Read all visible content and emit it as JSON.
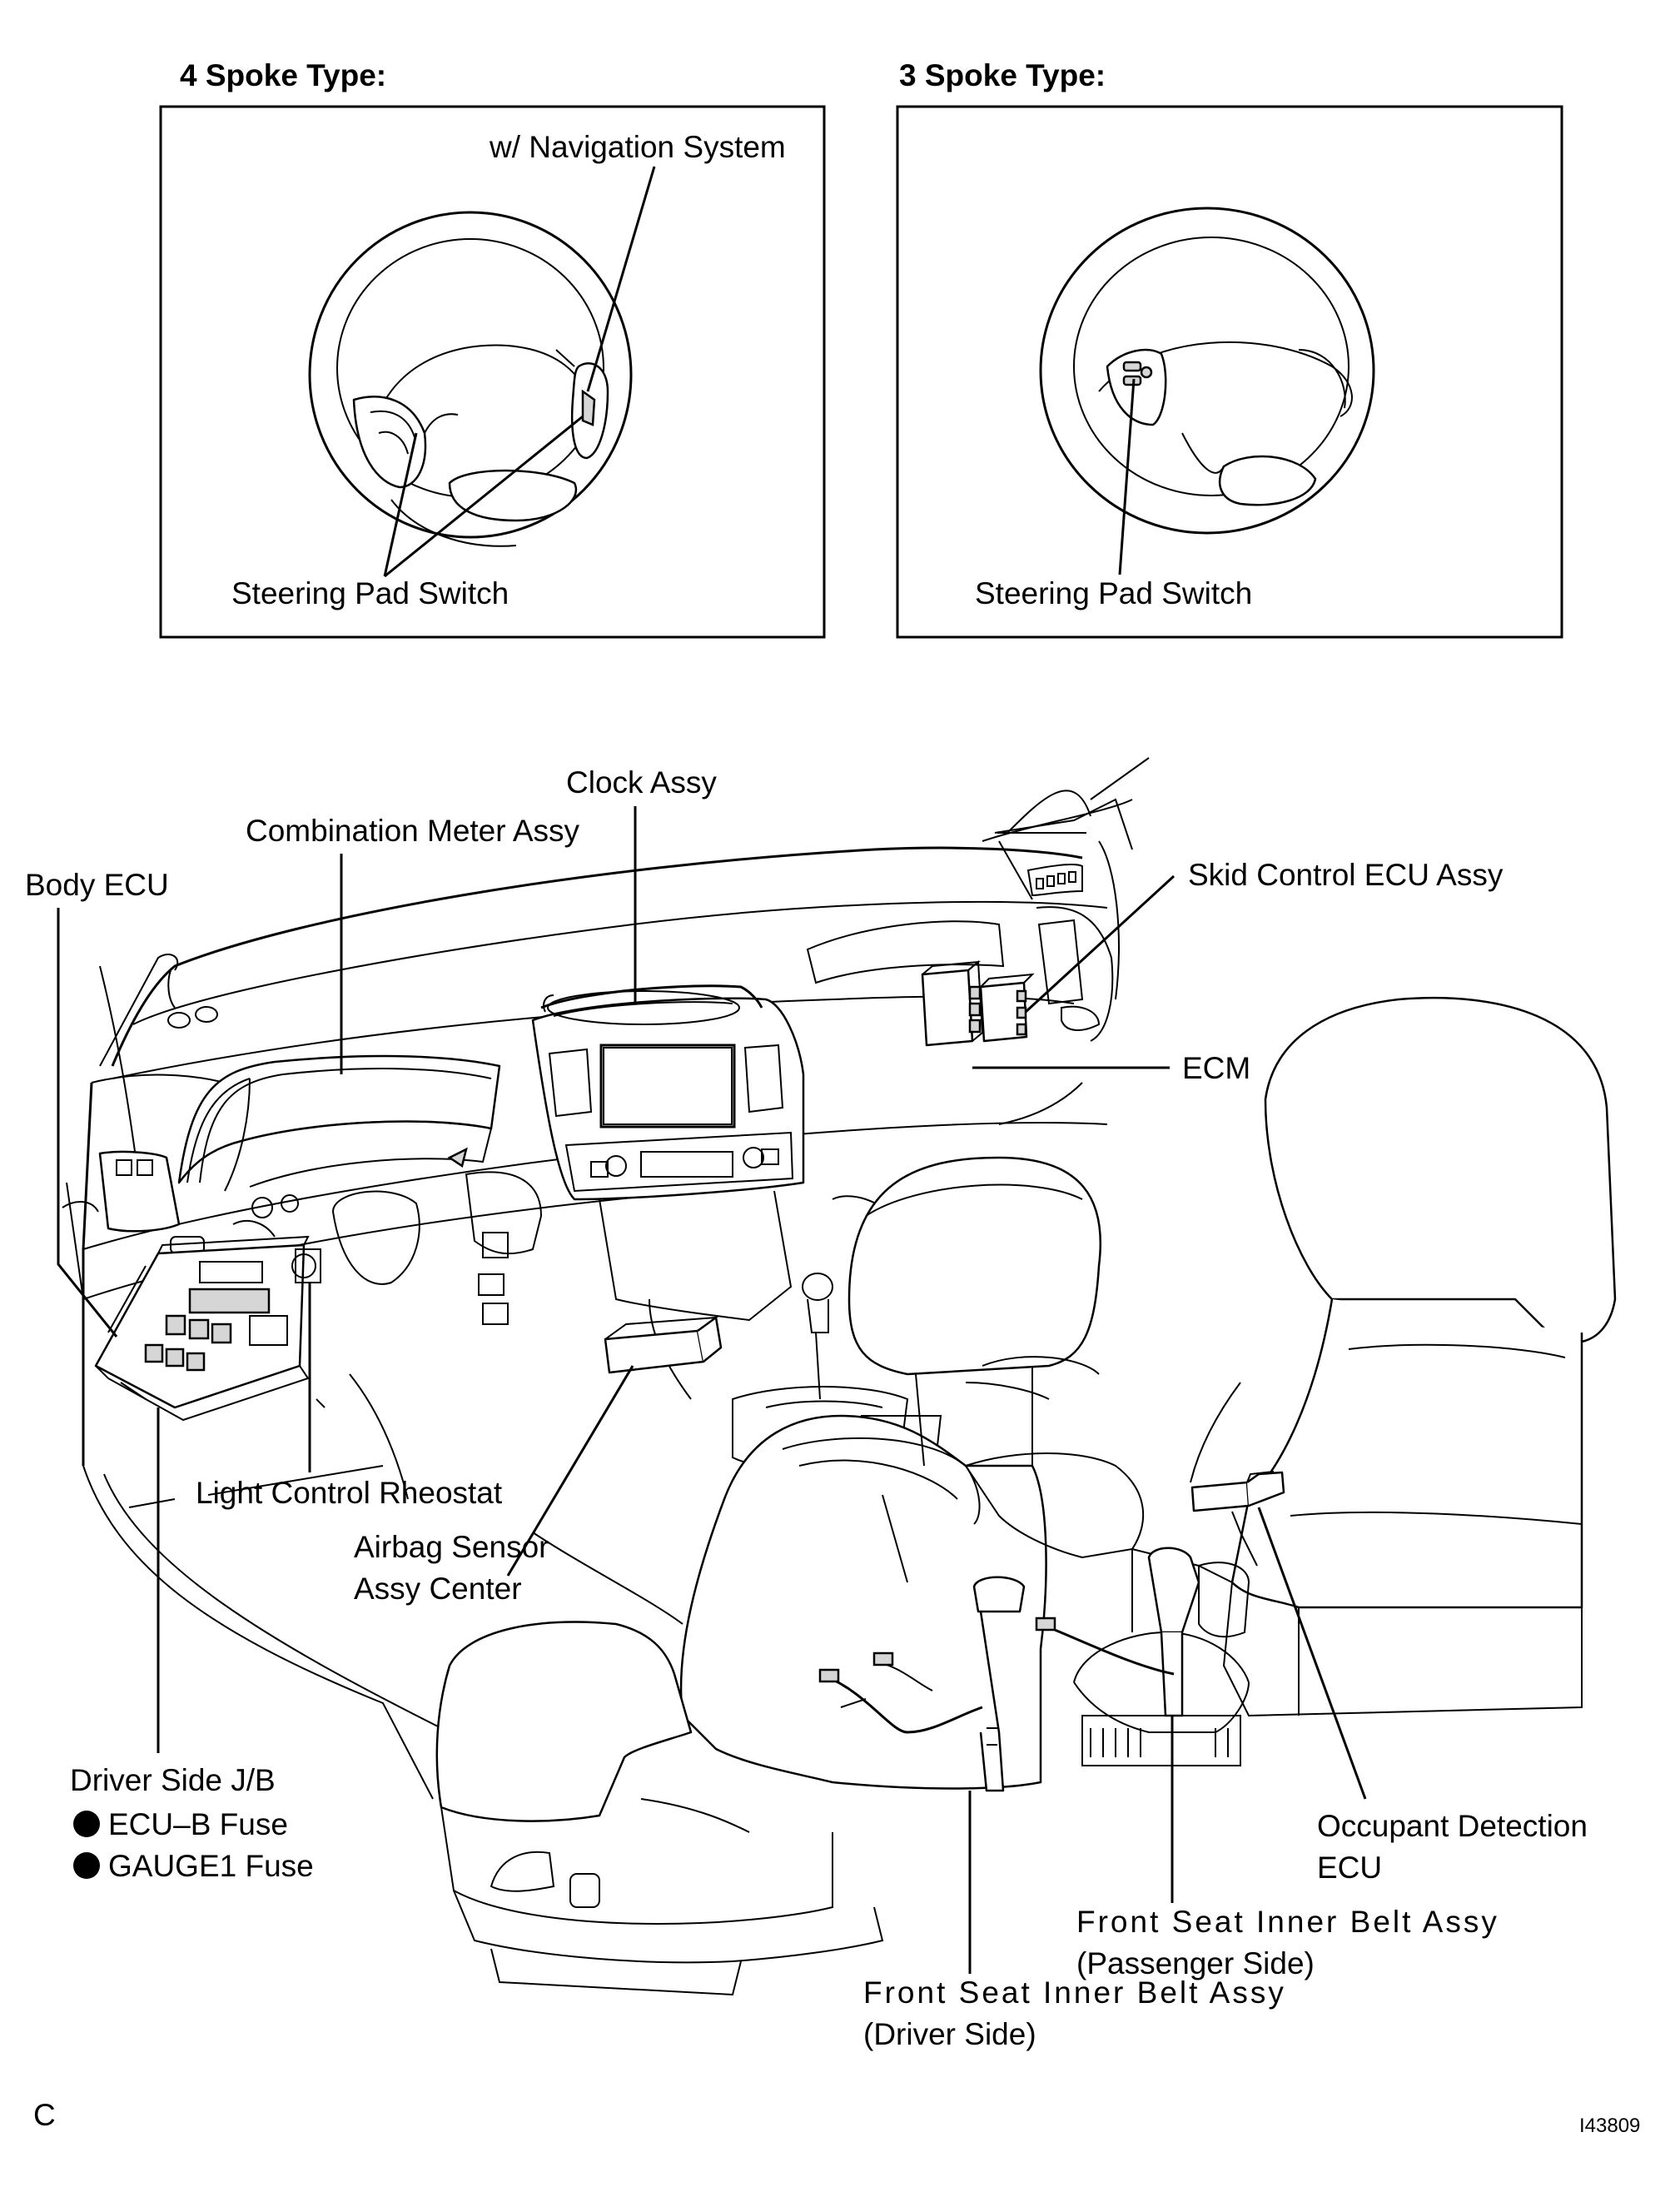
{
  "top_panels": [
    {
      "title": "4 Spoke Type:",
      "labels": {
        "navigation": "w/ Navigation System",
        "pad_switch": "Steering Pad Switch"
      }
    },
    {
      "title": "3 Spoke Type:",
      "labels": {
        "pad_switch": "Steering Pad Switch"
      }
    }
  ],
  "components": {
    "body_ecu": "Body ECU",
    "combination_meter": "Combination Meter Assy",
    "clock": "Clock Assy",
    "skid_control_ecu": "Skid Control ECU Assy",
    "ecm": "ECM",
    "light_control_rheostat": "Light Control Rheostat",
    "airbag_sensor_line1": "Airbag Sensor",
    "airbag_sensor_line2": "Assy Center",
    "driver_jb": "Driver Side J/B",
    "ecu_b_fuse": "ECU–B Fuse",
    "gauge1_fuse": "GAUGE1 Fuse",
    "occupant_line1": "Occupant Detection",
    "occupant_line2": "ECU",
    "belt_passenger_line1": "Front Seat Inner Belt Assy",
    "belt_passenger_line2": "(Passenger Side)",
    "belt_driver_line1": "Front Seat Inner Belt Assy",
    "belt_driver_line2": "(Driver Side)"
  },
  "footer": {
    "corner_mark": "C",
    "figure_id": "I43809"
  }
}
